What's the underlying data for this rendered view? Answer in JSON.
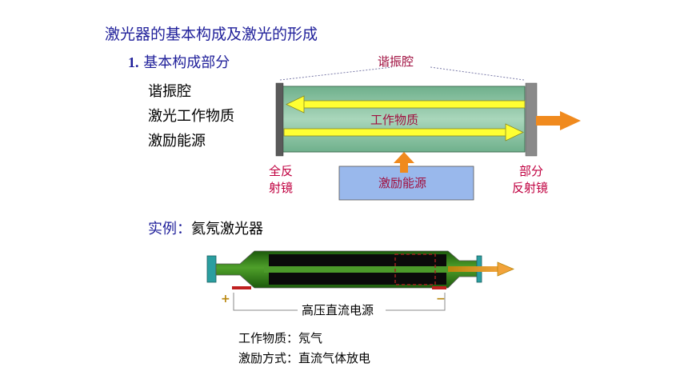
{
  "title": "激光器的基本构成及激光的形成",
  "section": {
    "number": "1.",
    "label": "基本构成部分"
  },
  "components": [
    "谐振腔",
    "激光工作物质",
    "激励能源"
  ],
  "diagram1": {
    "resonator_label": "谐振腔",
    "medium_label": "工作物质",
    "pump_label": "激励能源",
    "full_mirror_label": [
      "全反",
      "射镜"
    ],
    "partial_mirror_label": [
      "部分",
      "反射镜"
    ]
  },
  "example": {
    "label": "实例",
    "colon": "：",
    "text": "氦氖激光器"
  },
  "diagram2": {
    "power_label": "高压直流电源",
    "plus": "+",
    "minus": "−"
  },
  "notes": [
    "工作物质：氖气",
    "激励方式：直流气体放电"
  ],
  "colors": {
    "title": "#1f1f9a",
    "red_label": "#c00040",
    "medium_fill": "#8fc4a6",
    "arrow_yellow": "#ffff33",
    "pump_box": "#99b8ec",
    "output_orange": "#f08a1e",
    "tube_green": "#2e7d16"
  }
}
